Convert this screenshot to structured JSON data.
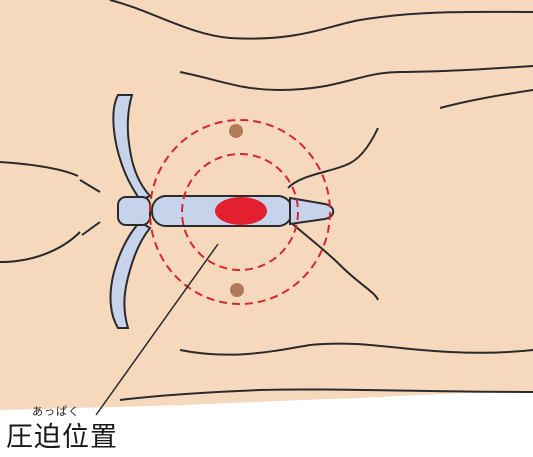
{
  "colors": {
    "skin": "#f6d9bd",
    "outline": "#2a2a2a",
    "sternum_fill": "#c6d3ea",
    "target_marker": "#e3202f",
    "dashed_ring": "#d4262f",
    "landmark_dot": "#b07a5b"
  },
  "icons": {
    "sternum": "sternum-bone",
    "clavicle_left": "clavicle-bone",
    "clavicle_right": "clavicle-bone",
    "compression_point": "red-oval-marker",
    "nipple_upper": "brown-dot",
    "nipple_lower": "brown-dot"
  },
  "caption": {
    "ruby": "あっぱく",
    "label": "圧迫位置"
  }
}
